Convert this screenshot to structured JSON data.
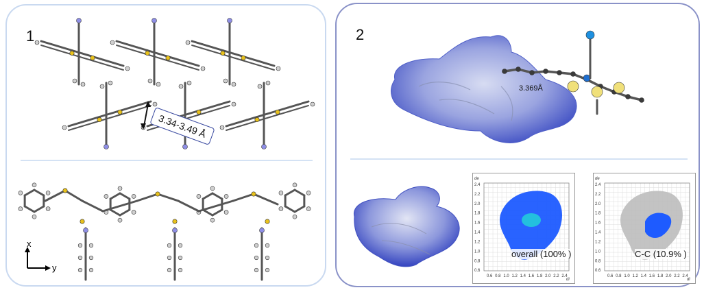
{
  "panel1": {
    "number": "1",
    "distance_label": "3.34-3.49 Å",
    "axis_x": "x",
    "axis_y": "y"
  },
  "panel2": {
    "number": "2",
    "contact_label": "3.369Å",
    "fingerprint_plots": [
      {
        "caption": "overall (100% )",
        "di_label": "di",
        "de_label": "de",
        "y_ticks": [
          "2.4",
          "2.2",
          "2.0",
          "1.8",
          "1.6",
          "1.4",
          "1.2",
          "1.0",
          "0.8",
          "0.6"
        ],
        "x_ticks": [
          "0.6",
          "0.8",
          "1.0",
          "1.2",
          "1.4",
          "1.6",
          "1.8",
          "2.0",
          "2.2",
          "2.4"
        ]
      },
      {
        "caption": "C-C (10.9% )",
        "di_label": "di",
        "de_label": "de",
        "y_ticks": [
          "2.4",
          "2.2",
          "2.0",
          "1.8",
          "1.6",
          "1.4",
          "1.2",
          "1.0",
          "0.8",
          "0.6"
        ],
        "x_ticks": [
          "0.6",
          "0.8",
          "1.0",
          "1.2",
          "1.4",
          "1.6",
          "1.8",
          "2.0",
          "2.2",
          "2.4"
        ]
      }
    ]
  },
  "colors": {
    "carbon": "#6f6f6f",
    "hydrogen": "#cfcfcf",
    "sulfur": "#e8c11b",
    "nitrogen": "#8f8fe6",
    "surface": "#6a78d8",
    "fingerprint_blue": "#1e5bff",
    "fingerprint_gray": "#bdbdbd"
  }
}
